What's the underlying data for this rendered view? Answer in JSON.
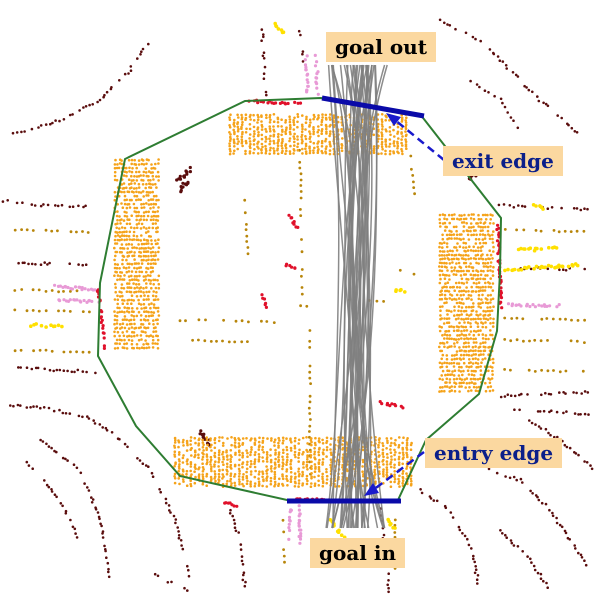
{
  "labels": {
    "goal_out": "goal out",
    "goal_in": "goal in",
    "exit_edge": "exit edge",
    "entry_edge": "entry edge"
  },
  "colors": {
    "background": "#ffffff",
    "boundary": "#2e7d32",
    "edge": "#0a0aa8",
    "arrow": "#1a1acc",
    "trajectory": "#808080",
    "crosswalk": "#f5a31a",
    "road_points": "#5a0d0d",
    "lane_points": "#b8860b",
    "stop_points": "#e0102a",
    "yellow_points": "#ffe000",
    "pink_points": "#e89ad6",
    "label_bg": "#fbd8a0",
    "label_text": "#0b1f8a"
  },
  "trajectory_count": 34
}
